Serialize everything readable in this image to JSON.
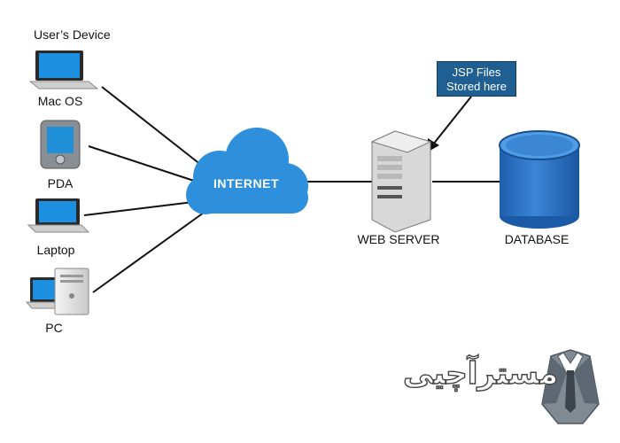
{
  "devices_heading": "User’s Device",
  "devices": [
    {
      "label": "Mac OS",
      "icon": "laptop-icon"
    },
    {
      "label": "PDA",
      "icon": "pda-icon"
    },
    {
      "label": "Laptop",
      "icon": "laptop-icon"
    },
    {
      "label": "PC",
      "icon": "pc-icon"
    }
  ],
  "internet": {
    "label": "INTERNET",
    "color": "#2e8fdc"
  },
  "server": {
    "label": "WEB SERVER",
    "icon": "server-icon"
  },
  "database": {
    "label": "DATABASE",
    "icon": "database-icon",
    "color": "#2a6fc2"
  },
  "callout": {
    "line1": "JSP Files",
    "line2": "Stored here",
    "color": "#1f5f92"
  },
  "watermark": {
    "text": "مسترآچیی",
    "icon": "suit-logo-icon"
  }
}
